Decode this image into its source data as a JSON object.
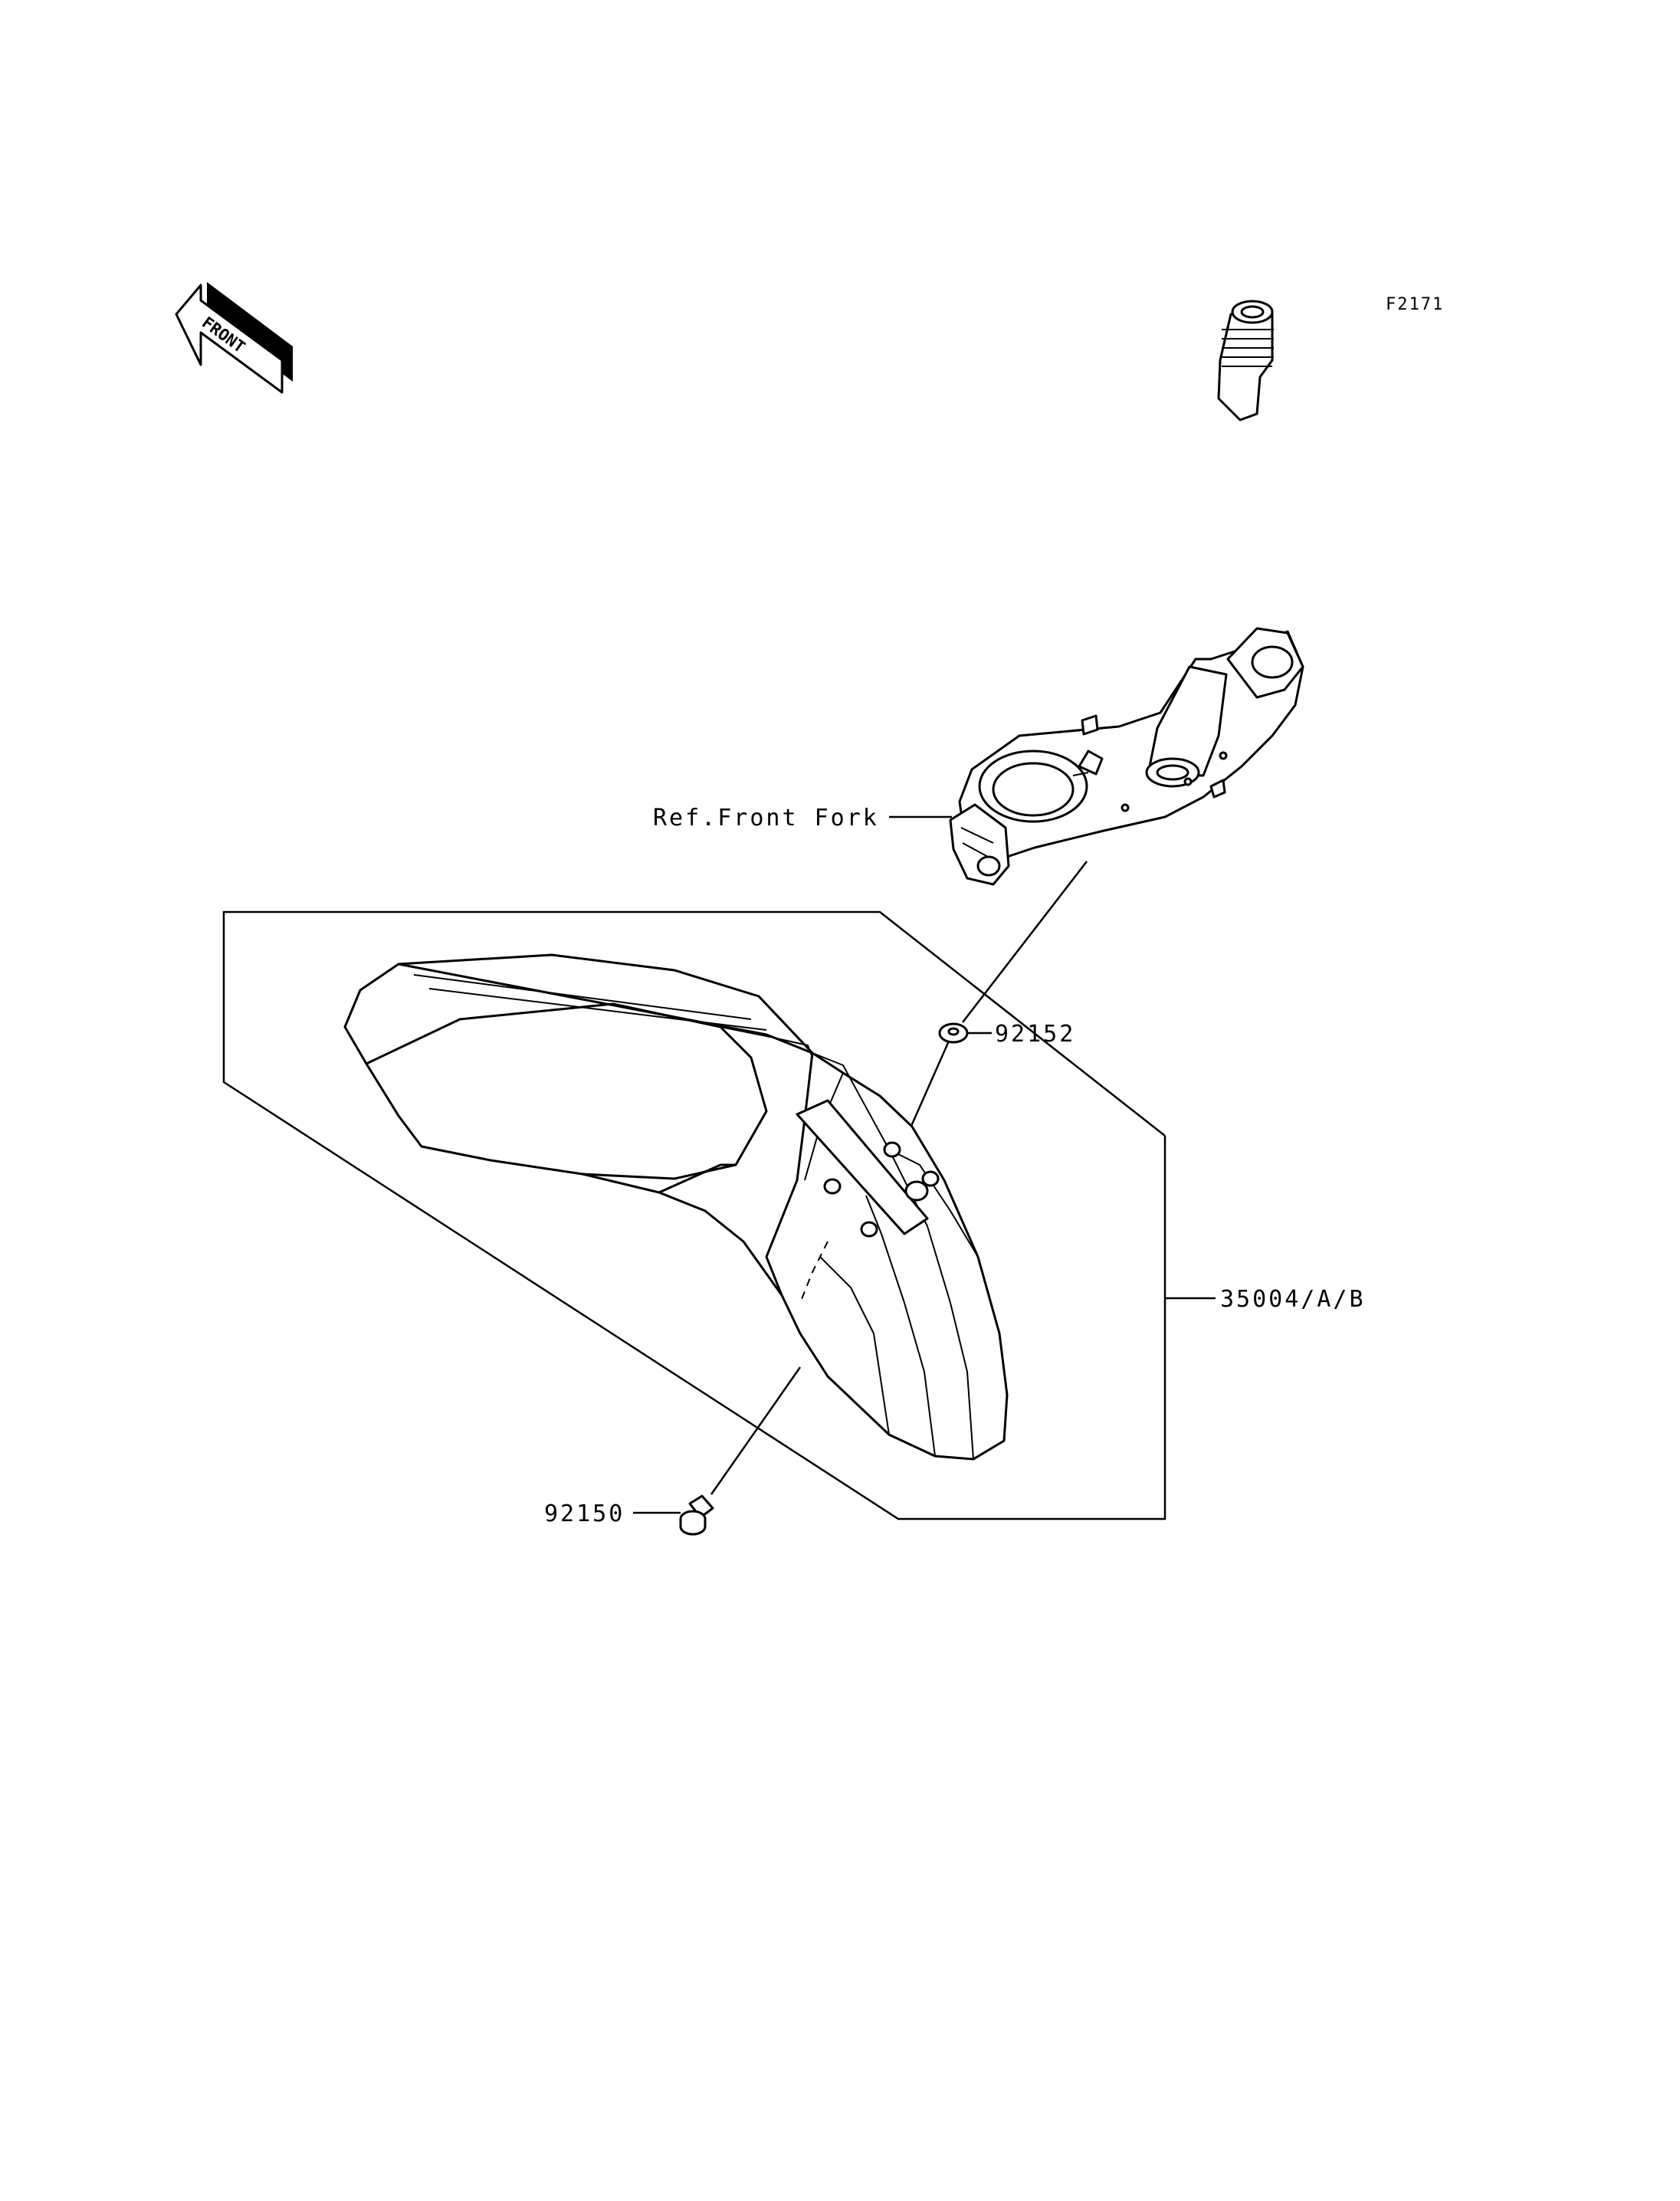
{
  "diagram": {
    "figure_code": "F2171",
    "front_arrow_text": "FRONT",
    "labels": {
      "front_fork": "Ref.Front Fork",
      "washer": "92152",
      "fender": "35004/A/B",
      "bolt": "92150"
    },
    "colors": {
      "ink": "#000000",
      "paper": "#ffffff"
    }
  }
}
